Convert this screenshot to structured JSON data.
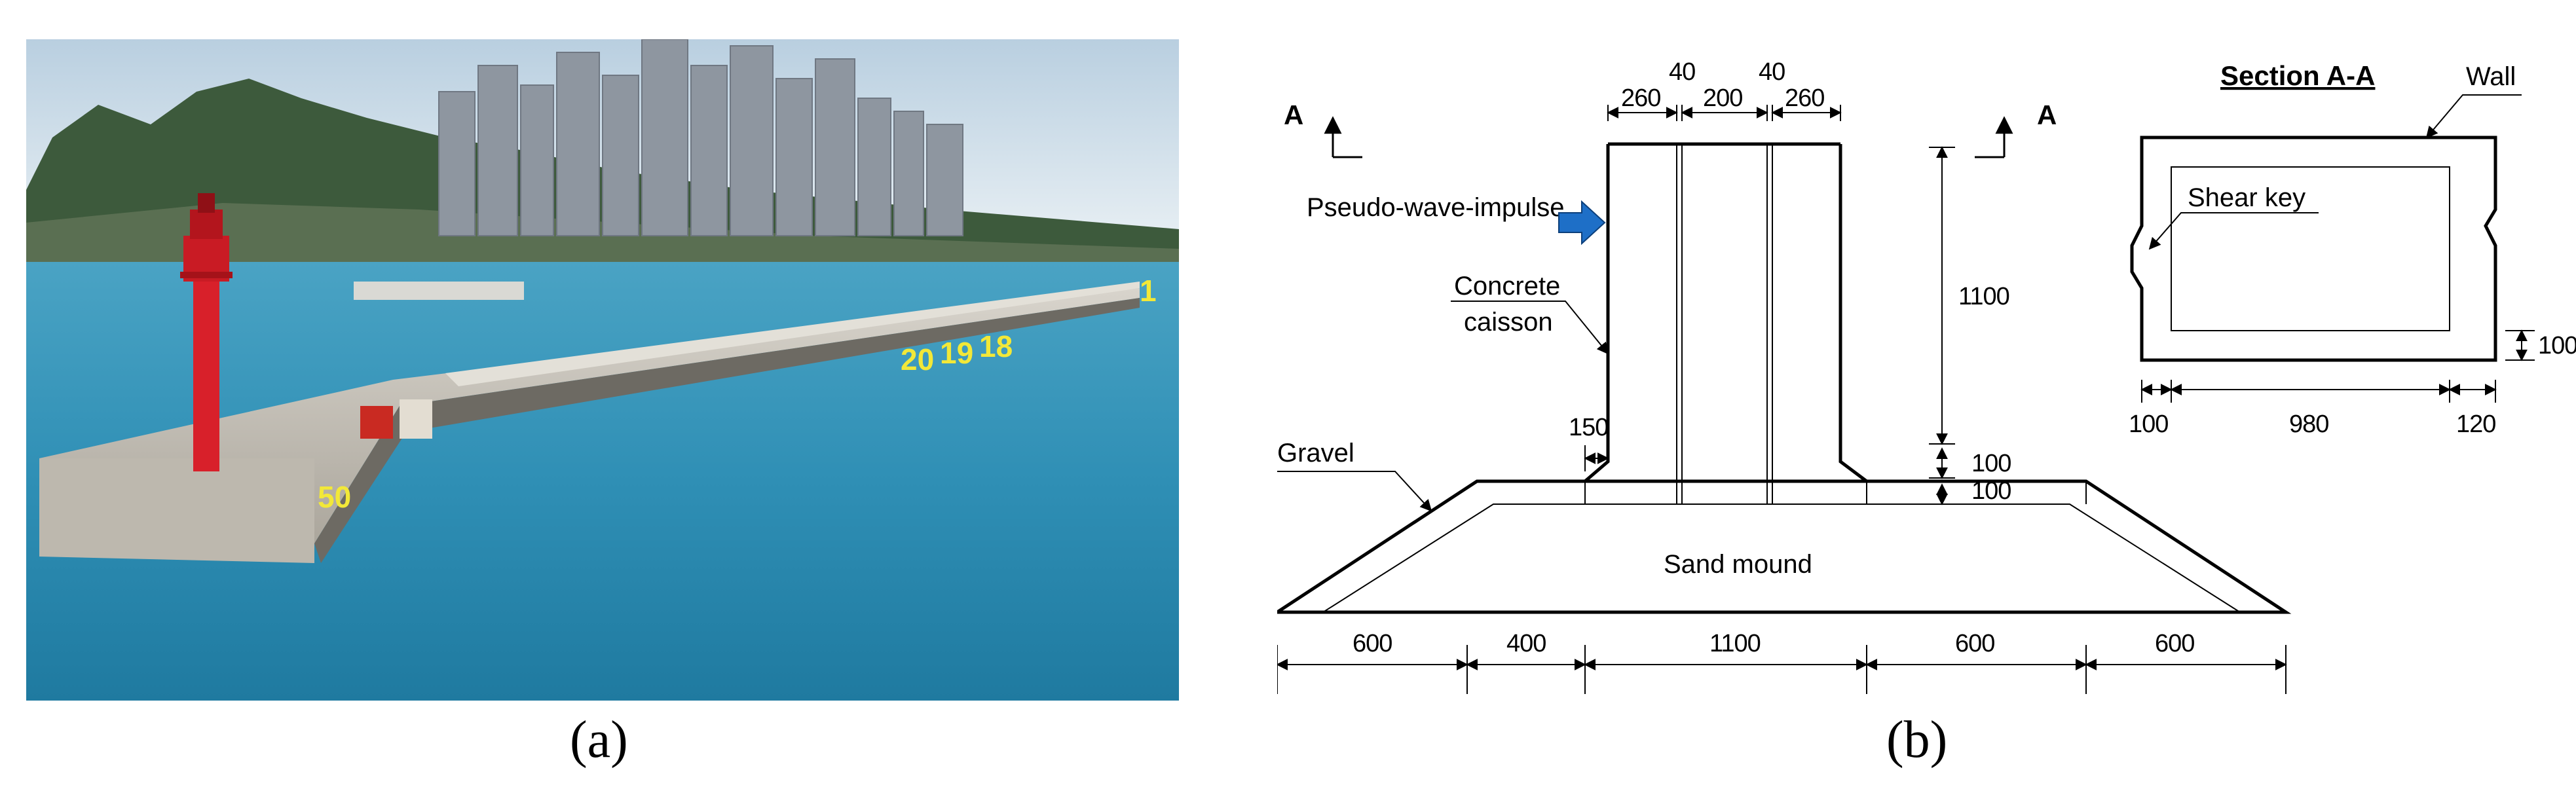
{
  "panel_a": {
    "caption": "(a)",
    "segment_labels": [
      "50",
      "20",
      "19",
      "18",
      "1"
    ]
  },
  "panel_b": {
    "caption": "(b)",
    "section_marker_left": "A",
    "section_marker_right": "A",
    "pseudo_wave_label": "Pseudo-wave-impulse",
    "concrete_label_line1": "Concrete",
    "concrete_label_line2": "caisson",
    "gravel_label": "Gravel",
    "sand_mound_label": "Sand mound",
    "top_dims": [
      "260",
      "40",
      "200",
      "40",
      "260"
    ],
    "height_dim": "1100",
    "step_dims": [
      "100",
      "100"
    ],
    "base_offset_dim": "150",
    "bottom_dims": [
      "600",
      "400",
      "1100",
      "600",
      "600"
    ],
    "section_title": "Section A-A",
    "wall_label": "Wall",
    "shear_key_label": "Shear key",
    "section_dims": [
      "100",
      "980",
      "120"
    ],
    "section_side_dim": "100"
  },
  "colors": {
    "sea": "#2f8fb5",
    "lighthouse": "#d8202a",
    "arrow": "#1e6fc7"
  }
}
